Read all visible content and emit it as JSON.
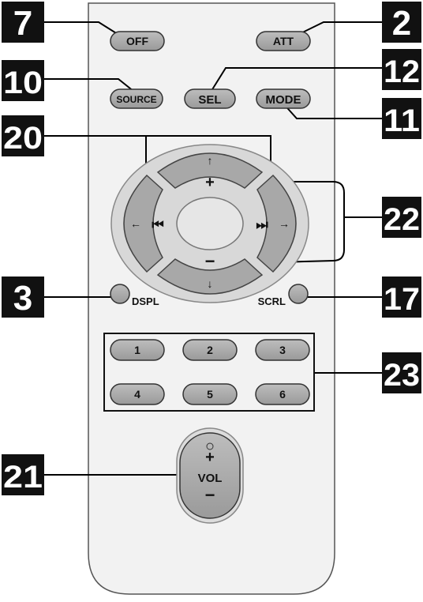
{
  "buttons": {
    "off": "OFF",
    "att": "ATT",
    "source": "SOURCE",
    "sel": "SEL",
    "mode": "MODE",
    "dspl": "DSPL",
    "scrl": "SCRL",
    "num1": "1",
    "num2": "2",
    "num3": "3",
    "num4": "4",
    "num5": "5",
    "num6": "6",
    "vol": "VOL",
    "vol_plus": "+",
    "vol_minus": "−"
  },
  "dpad": {
    "up_arrow": "↑",
    "plus": "+",
    "minus": "−",
    "down_arrow": "↓",
    "left_arrow": "←",
    "right_arrow": "→",
    "prev_track": "⏮",
    "next_track": "⏭"
  },
  "callouts": {
    "c7": "7",
    "c2": "2",
    "c10": "10",
    "c12": "12",
    "c11": "11",
    "c20": "20",
    "c22": "22",
    "c3": "3",
    "c17": "17",
    "c23": "23",
    "c21": "21"
  },
  "colors": {
    "button_fill": "#a9a9a9",
    "pad_ring": "#d8d8d8",
    "callout_bg": "#111111",
    "body_outline": "#555555"
  }
}
